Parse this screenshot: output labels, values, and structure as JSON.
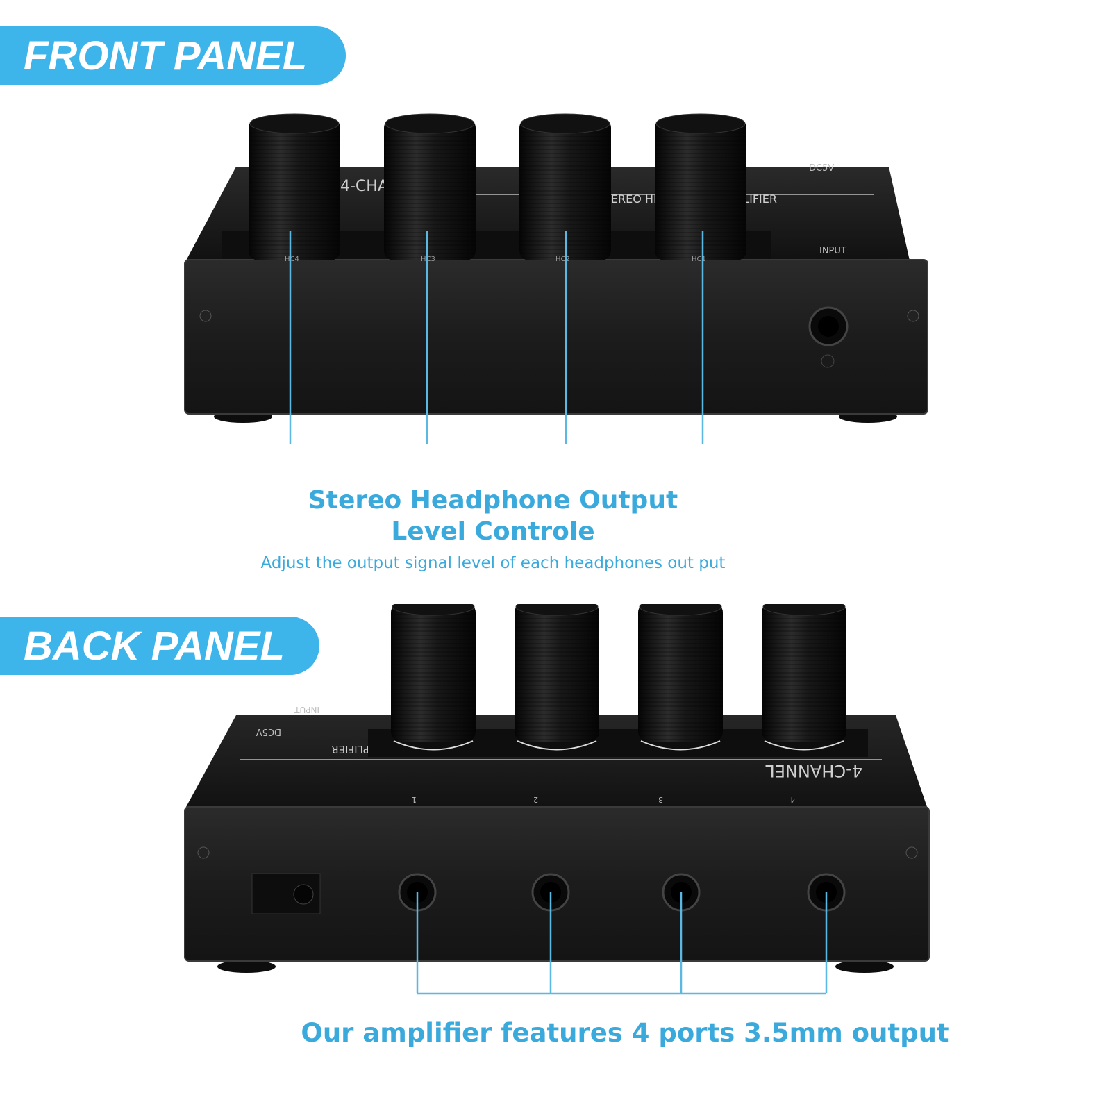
{
  "sections": {
    "front": {
      "banner": "FRONT PANEL",
      "caption_line1": "Stereo Headphone Output",
      "caption_line2": "Level Controle",
      "caption_sub": "Adjust the output signal level of each headphones out put",
      "device_text": {
        "top_left": "4-CHANNEL",
        "top_right": "STEREO HEADPHONE AMPLIFIER",
        "dc": "DC5V",
        "input": "INPUT",
        "hc_labels": [
          "HC4",
          "HC3",
          "HC2",
          "HC1"
        ]
      }
    },
    "back": {
      "banner": "BACK PANEL",
      "caption": "Our amplifier features 4 ports 3.5mm output",
      "device_text": {
        "channel": "4-CHANNEL",
        "model": "STEREO HEADPHONE AMPLIFIER",
        "dc": "DC5V",
        "input": "INPUT",
        "port_labels": [
          "1",
          "2",
          "3",
          "4"
        ]
      }
    }
  },
  "colors": {
    "accent": "#3db4ea",
    "caption": "#3aa9dc",
    "device": "#1b1b1b"
  }
}
